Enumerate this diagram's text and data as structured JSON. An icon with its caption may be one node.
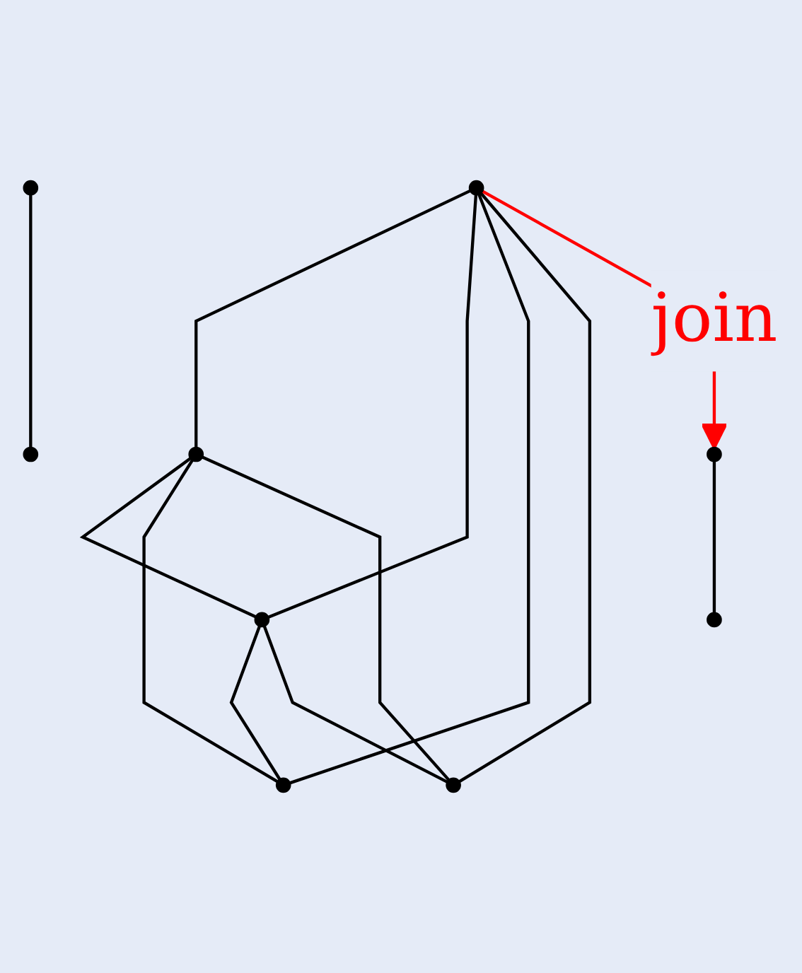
{
  "diagram": {
    "nodes": [
      {
        "text": [],
        "shape": "circle"
      },
      {
        "text": [],
        "shape": "circle"
      },
      {
        "text": [],
        "shape": "circle"
      },
      {
        "text": [],
        "shape": "circle"
      },
      {
        "text": [],
        "shape": "circle"
      },
      {
        "text": [],
        "shape": "circle"
      },
      {
        "text": [],
        "shape": "circle"
      },
      {
        "text": [],
        "shape": "circle"
      },
      {
        "text": [],
        "shape": "circle"
      }
    ],
    "edges": [
      {
        "from": 0,
        "to": 1,
        "arrow": "none"
      },
      {
        "from": 0,
        "to": 2,
        "arrow": "none"
      },
      {
        "from": 0,
        "to": 3,
        "arrow": "none"
      },
      {
        "from": 0,
        "to": 4,
        "arrow": "none"
      },
      {
        "from": 1,
        "to": 2,
        "arrow": "none"
      },
      {
        "from": 1,
        "to": 3,
        "arrow": "none"
      },
      {
        "from": 1,
        "to": 4,
        "arrow": "none"
      },
      {
        "from": 2,
        "to": 3,
        "arrow": "none"
      },
      {
        "from": 2,
        "to": 4,
        "arrow": "none"
      },
      {
        "from": 0,
        "to": 5,
        "arrow": "to",
        "label": "join",
        "color": "#ff0000"
      },
      {
        "from": 5,
        "to": 6,
        "arrow": "none"
      },
      {
        "from": 7,
        "to": 8,
        "arrow": "none"
      }
    ]
  }
}
